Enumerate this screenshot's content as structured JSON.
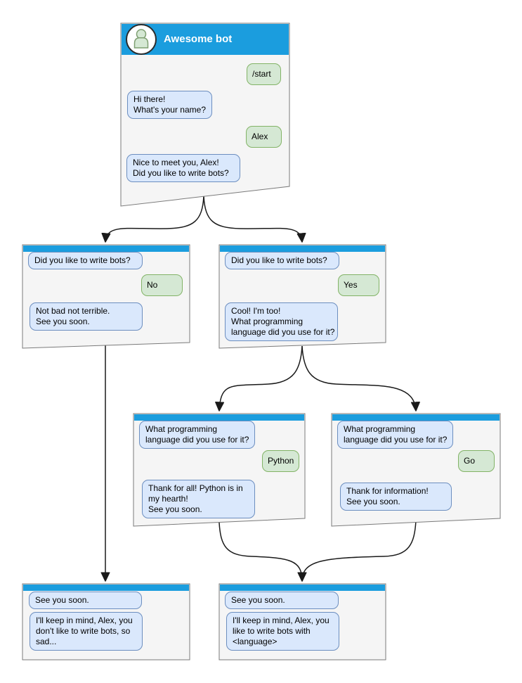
{
  "colors": {
    "accent": "#1b9dde",
    "frame_fill": "#f5f5f5",
    "frame_stroke": "#7a7a7a",
    "bot_fill": "#dae8fc",
    "bot_stroke": "#6c8ebf",
    "user_fill": "#d5e8d4",
    "user_stroke": "#82b366",
    "line": "#1a1a1a",
    "title_color": "#ffffff"
  },
  "icons": {
    "avatar": "user-avatar-icon"
  },
  "windows": {
    "main": {
      "title": "Awesome bot",
      "messages": [
        {
          "sender": "user",
          "text": "/start"
        },
        {
          "sender": "bot",
          "text": "Hi there!\nWhat's your name?"
        },
        {
          "sender": "user",
          "text": "Alex"
        },
        {
          "sender": "bot",
          "text": "Nice to meet you, Alex!\nDid you like to write bots?"
        }
      ]
    },
    "branch_no": {
      "messages": [
        {
          "sender": "bot",
          "text": "Did you like to write bots?"
        },
        {
          "sender": "user",
          "text": "No"
        },
        {
          "sender": "bot",
          "text": "Not bad not terrible.\nSee you soon."
        }
      ]
    },
    "branch_yes": {
      "messages": [
        {
          "sender": "bot",
          "text": "Did you like to write bots?"
        },
        {
          "sender": "user",
          "text": "Yes"
        },
        {
          "sender": "bot",
          "text": "Cool! I'm too!\nWhat programming\nlanguage did you use for it?"
        }
      ]
    },
    "lang_python": {
      "messages": [
        {
          "sender": "bot",
          "text": "What programming\nlanguage did you use for it?"
        },
        {
          "sender": "user",
          "text": "Python"
        },
        {
          "sender": "bot",
          "text": "Thank for all! Python is in\nmy hearth!\nSee you soon."
        }
      ]
    },
    "lang_go": {
      "messages": [
        {
          "sender": "bot",
          "text": "What programming\nlanguage did you use for it?"
        },
        {
          "sender": "user",
          "text": "Go"
        },
        {
          "sender": "bot",
          "text": "Thank for information!\nSee you soon."
        }
      ]
    },
    "end_no": {
      "messages": [
        {
          "sender": "bot",
          "text": "See you soon."
        },
        {
          "sender": "bot",
          "text": "I'll keep in mind, Alex, you\ndon't like to write bots, so\nsad..."
        }
      ]
    },
    "end_yes": {
      "messages": [
        {
          "sender": "bot",
          "text": "See you soon."
        },
        {
          "sender": "bot",
          "text": "I'll keep in mind, Alex, you\nlike to write bots with\n<language>"
        }
      ]
    }
  }
}
